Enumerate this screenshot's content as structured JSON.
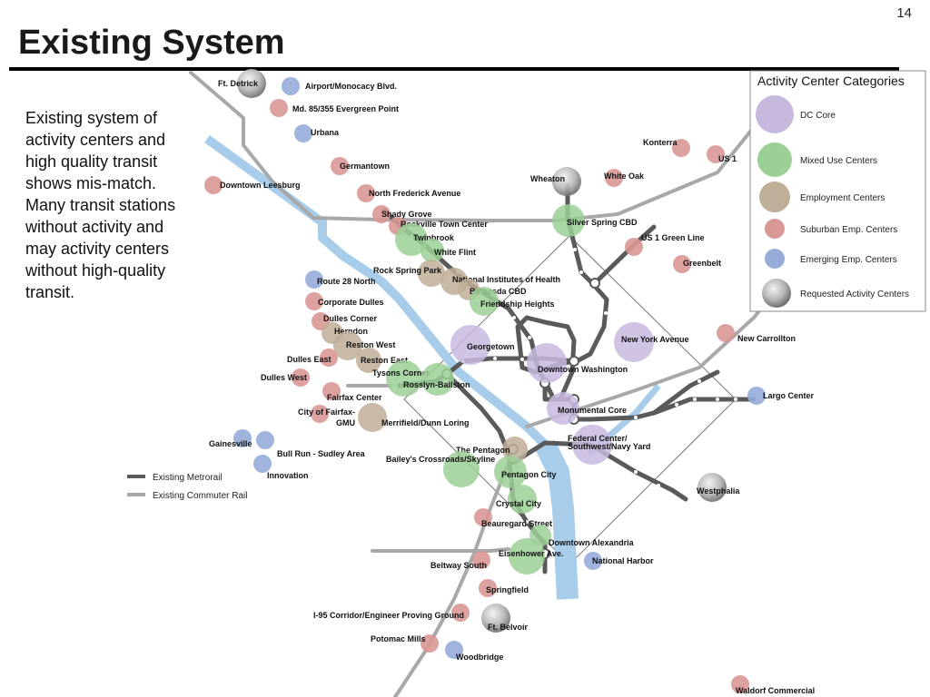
{
  "page_number": "14",
  "title": "Existing System",
  "intro_text": "Existing system of activity centers and high quality transit shows mis-match.  Many transit stations without activity and may activity centers without high-quality transit.",
  "legend": {
    "title": "Activity Center Categories",
    "items": [
      {
        "label": "DC Core",
        "color": "#c9b8de"
      },
      {
        "label": "Mixed Use Centers",
        "color": "#9ccf96"
      },
      {
        "label": "Employment Centers",
        "color": "#bfae98"
      },
      {
        "label": "Suburban Emp. Centers",
        "color": "#d99896"
      },
      {
        "label": "Emerging Emp. Centers",
        "color": "#97acd9"
      },
      {
        "label": "Requested Activity Centers",
        "color": "#a9a9a9"
      }
    ]
  },
  "line_legend": {
    "metrorail": "Existing Metrorail",
    "commuter_rail": "Existing Commuter Rail"
  },
  "colors": {
    "water": "#a7cdeb",
    "metrorail": "#5a5a5a",
    "commuter_rail": "#a8a8a8",
    "boundary": "#777777"
  },
  "centers": [
    {
      "label": "Ft. Detrick"
    },
    {
      "label": "Airport/Monocacy Blvd."
    },
    {
      "label": "Md. 85/355 Evergreen Point"
    },
    {
      "label": "Urbana"
    },
    {
      "label": "Germantown"
    },
    {
      "label": "Downtown Leesburg"
    },
    {
      "label": "North Frederick Avenue"
    },
    {
      "label": "Shady Grove"
    },
    {
      "label": "Rockville Town Center"
    },
    {
      "label": "Twinbrook"
    },
    {
      "label": "White Flint"
    },
    {
      "label": "Rock Spring Park"
    },
    {
      "label": "National Institutes of Health"
    },
    {
      "label": "Bethesda CBD"
    },
    {
      "label": "Friendship Heights"
    },
    {
      "label": "Route 28 North"
    },
    {
      "label": "Corporate Dulles"
    },
    {
      "label": "Dulles Corner"
    },
    {
      "label": "Herndon"
    },
    {
      "label": "Reston West"
    },
    {
      "label": "Dulles East"
    },
    {
      "label": "Reston East"
    },
    {
      "label": "Dulles West"
    },
    {
      "label": "Tysons Corner"
    },
    {
      "label": "Rosslyn-Ballston"
    },
    {
      "label": "Fairfax Center"
    },
    {
      "label": "City of Fairfax-"
    },
    {
      "label": "GMU"
    },
    {
      "label": "Merrifield/Dunn Loring"
    },
    {
      "label": "Georgetown"
    },
    {
      "label": "Downtown Washington"
    },
    {
      "label": "Monumental Core"
    },
    {
      "label": "Federal Center/"
    },
    {
      "label": "Southwest/Navy Yard"
    },
    {
      "label": "The Pentagon"
    },
    {
      "label": "Bailey's Crossroads/Skyline"
    },
    {
      "label": "Pentagon City"
    },
    {
      "label": "Crystal City"
    },
    {
      "label": "Beauregard Street"
    },
    {
      "label": "Downtown Alexandria"
    },
    {
      "label": "Eisenhower Ave."
    },
    {
      "label": "National Harbor"
    },
    {
      "label": "Beltway South"
    },
    {
      "label": "Springfield"
    },
    {
      "label": "I-95 Corridor/Engineer Proving Ground"
    },
    {
      "label": "Ft. Belvoir"
    },
    {
      "label": "Potomac Mills"
    },
    {
      "label": "Woodbridge"
    },
    {
      "label": "Waldorf Commercial"
    },
    {
      "label": "Gainesville"
    },
    {
      "label": "Bull Run - Sudley Area"
    },
    {
      "label": "Innovation"
    },
    {
      "label": "Wheaton"
    },
    {
      "label": "Silver Spring CBD"
    },
    {
      "label": "White Oak"
    },
    {
      "label": "Konterra"
    },
    {
      "label": "US 1"
    },
    {
      "label": "US 1 Green Line"
    },
    {
      "label": "Greenbelt"
    },
    {
      "label": "New York Avenue"
    },
    {
      "label": "New Carrollton"
    },
    {
      "label": "Largo Center"
    },
    {
      "label": "Westphalia"
    }
  ]
}
